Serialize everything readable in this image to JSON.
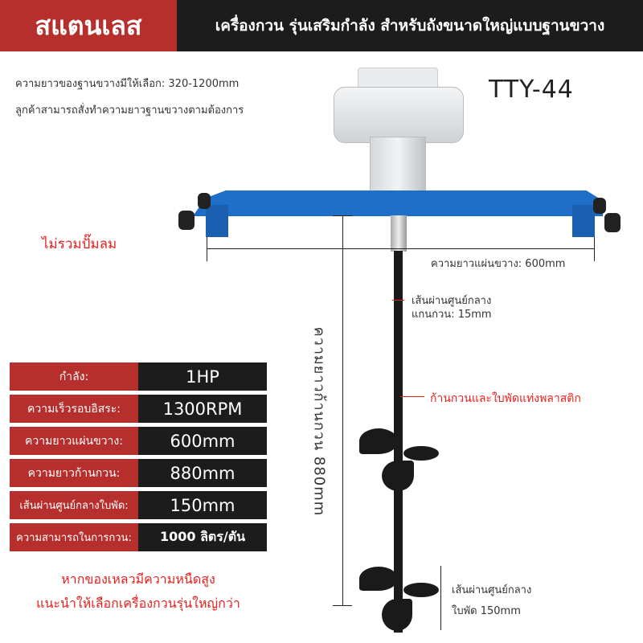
{
  "header": {
    "category": "สแตนเลส",
    "title": "เครื่องกวน รุ่นเสริมกำลัง สำหรับถังขนาดใหญ่แบบฐานขวาง"
  },
  "notes": {
    "length_options": "ความยาวของฐานขวางมีให้เลือก: 320-1200mm",
    "custom_order": "ลูกค้าสามารถสั่งทำความยาวฐานขวางตามต้องการ",
    "no_pump": "ไม่รวมปั๊มลม",
    "model": "TTY-44"
  },
  "dimensions": {
    "plate_length": "ความยาวแผ่นขวาง: 600mm",
    "shaft_diameter_line1": "เส้นผ่านศูนย์กลาง",
    "shaft_diameter_line2": "แกนกวน: 15mm",
    "shaft_material": "ก้านกวนและใบพัดแท่งพลาสติก",
    "shaft_length": "ความยาวก้านกวน 880mm",
    "blade_diameter_line1": "เส้นผ่านศูนย์กลาง",
    "blade_diameter_line2": "ใบพัด 150mm"
  },
  "specs": [
    {
      "label": "กำลัง:",
      "value": "1HP"
    },
    {
      "label": "ความเร็วรอบอิสระ:",
      "value": "1300RPM"
    },
    {
      "label": "ความยาวแผ่นขวาง:",
      "value": "600mm"
    },
    {
      "label": "ความยาวก้านกวน:",
      "value": "880mm"
    },
    {
      "label": "เส้นผ่านศูนย์กลางใบพัด:",
      "value": "150mm"
    },
    {
      "label": "ความสามารถในการกวน:",
      "value": "1000 ลิตร/ตัน"
    }
  ],
  "advice": {
    "line1": "หากของเหลวมีความหนืดสูง",
    "line2": "แนะนำให้เลือกเครื่องกวนรุ่นใหญ่กว่า"
  },
  "colors": {
    "brand_red": "#b72f2d",
    "dark": "#1c1c1c",
    "accent_red": "#e8201c",
    "plate_blue": "#1f6fc9"
  }
}
